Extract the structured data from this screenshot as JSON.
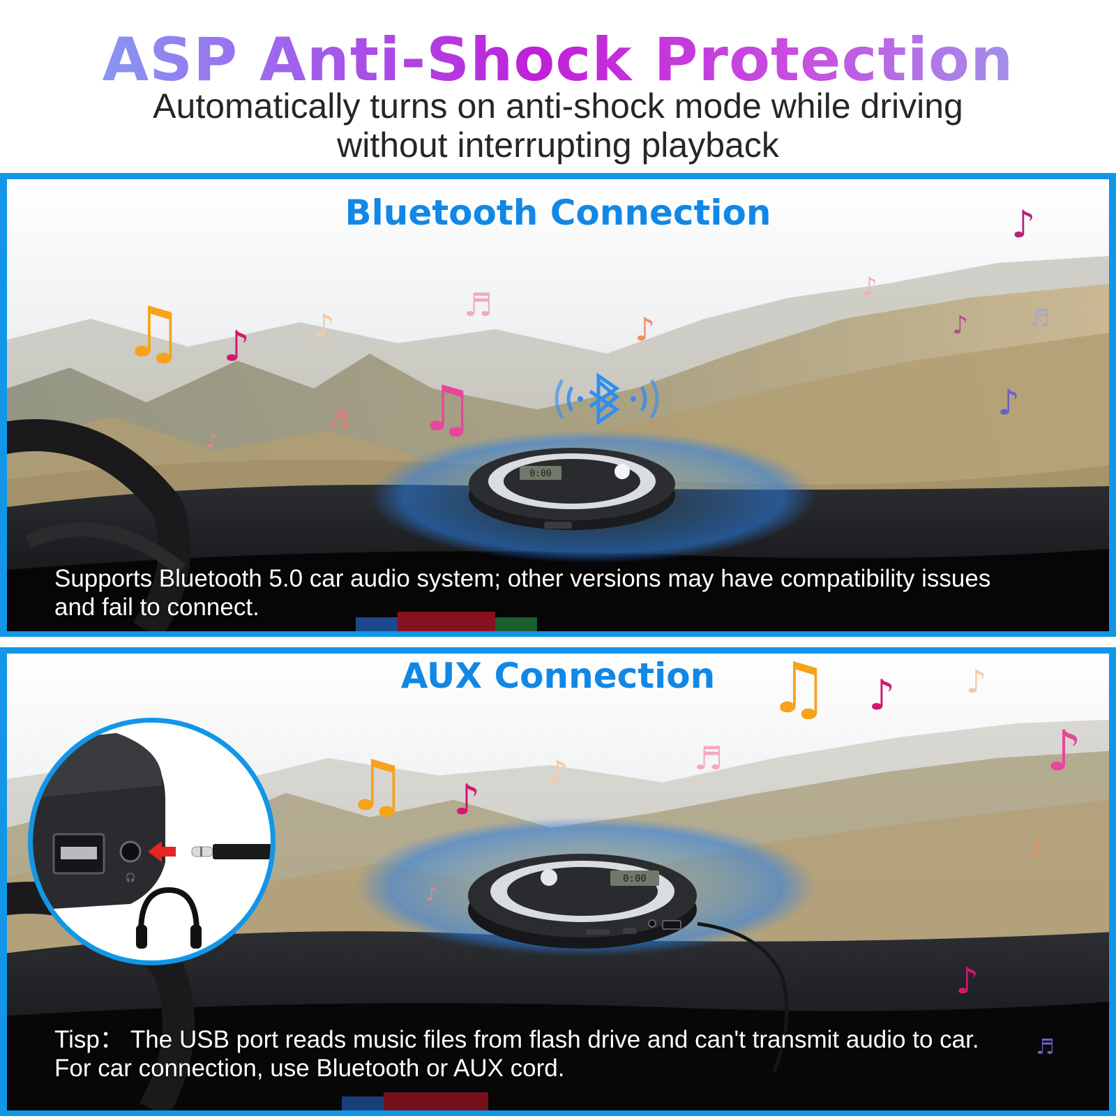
{
  "header": {
    "title": "ASP Anti-Shock Protection",
    "subtitle_line1": "Automatically turns on anti-shock mode while driving",
    "subtitle_line2": "without interrupting playback"
  },
  "bluetooth_panel": {
    "title": "Bluetooth Connection",
    "caption_line1": "Supports Bluetooth 5.0 car audio system; other versions may have compatibility issues",
    "caption_line2": "and fail to connect.",
    "player_display": "0:00"
  },
  "aux_panel": {
    "title": "AUX Connection",
    "caption_line1": "Tisp： The USB port reads music files from flash drive and can't transmit audio to car.",
    "caption_line2": "For car connection, use Bluetooth or AUX cord.",
    "player_display": "0:00"
  },
  "colors": {
    "accent_blue": "#1296e8",
    "title_blue": "#1187e6",
    "note_orange": "#f7a21b",
    "note_magenta": "#d3186f",
    "note_pink": "#e7479a",
    "note_purple": "#6c5fc6",
    "arrow_red": "#e32525"
  },
  "icons": [
    "music-note-icon",
    "bluetooth-icon",
    "headphones-icon",
    "arrow-left-icon"
  ]
}
